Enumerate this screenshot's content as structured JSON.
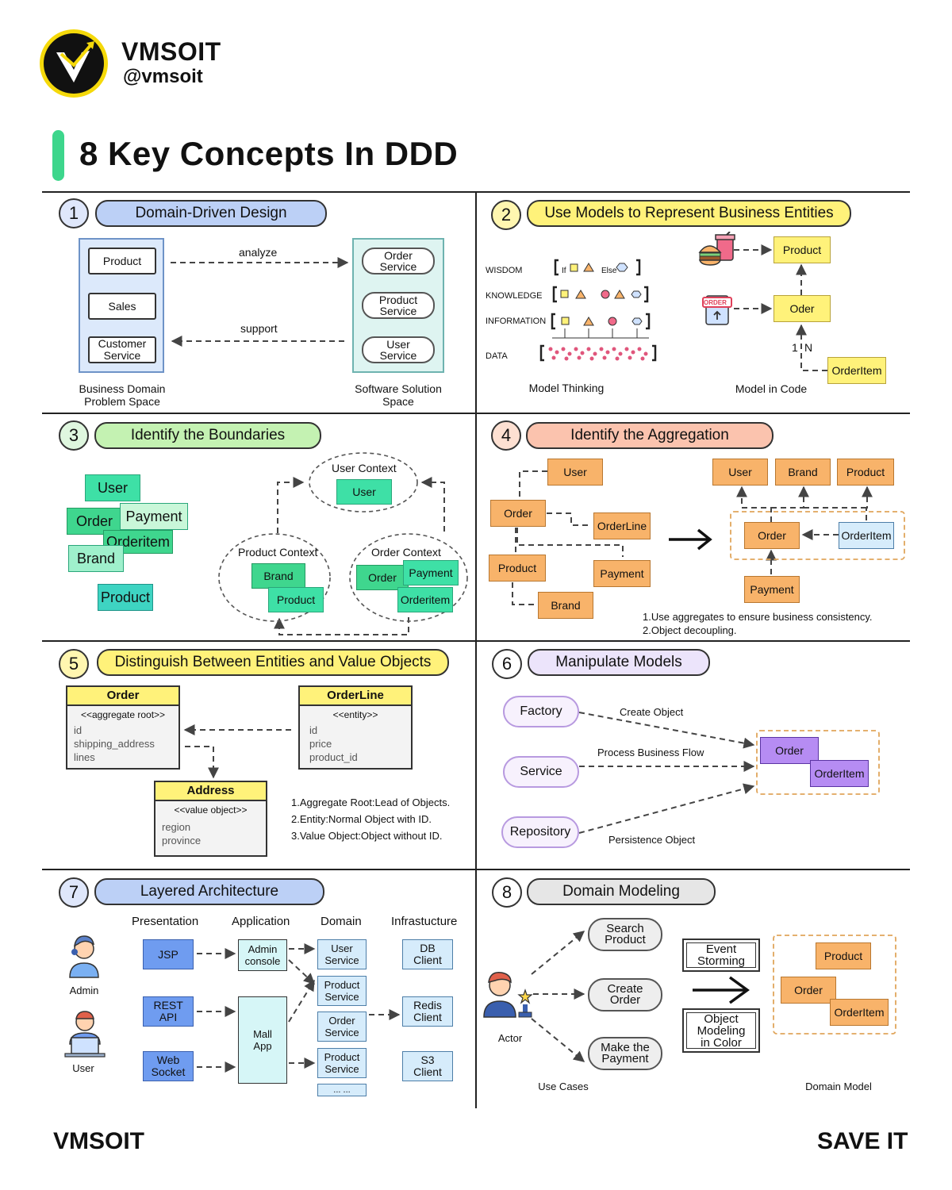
{
  "header": {
    "brand": "VMSOIT",
    "handle": "@vmsoit",
    "title": "8 Key Concepts In DDD"
  },
  "footer": {
    "left": "VMSOIT",
    "right": "SAVE IT"
  },
  "s1": {
    "num": "1",
    "title": "Domain-Driven Design",
    "left_items": [
      "Product",
      "Sales",
      "Customer Service"
    ],
    "right_items": [
      "Order Service",
      "Product Service",
      "User Service"
    ],
    "analyze": "analyze",
    "support": "support",
    "left_caption": "Business Domain Problem Space",
    "right_caption": "Software Solution Space"
  },
  "s2": {
    "num": "2",
    "title": "Use Models to Represent Business Entities",
    "levels": [
      "WISDOM",
      "KNOWLEDGE",
      "INFORMATION",
      "DATA"
    ],
    "wisdom_if": "If",
    "wisdom_else": "Else",
    "order_icon": "ORDER",
    "product": "Product",
    "oder": "Oder",
    "orderitem": "OrderItem",
    "one": "1",
    "n": "N",
    "left_caption": "Model Thinking",
    "right_caption": "Model in Code"
  },
  "s3": {
    "num": "3",
    "title": "Identify the Boundaries",
    "loose": [
      "User",
      "Order",
      "Payment",
      "Orderitem",
      "Brand",
      "Product"
    ],
    "user_context": "User Context",
    "user": "User",
    "product_context": "Product Context",
    "brand": "Brand",
    "product": "Product",
    "order_context": "Order Context",
    "order": "Order",
    "payment": "Payment",
    "orderitem": "Orderitem"
  },
  "s4": {
    "num": "4",
    "title": "Identify the Aggregation",
    "left": [
      "User",
      "Order",
      "OrderLine",
      "Product",
      "Payment",
      "Brand"
    ],
    "right_top": [
      "User",
      "Brand",
      "Product"
    ],
    "order": "Order",
    "orderitem": "OrderItem",
    "payment": "Payment",
    "notes": [
      "1.Use aggregates to ensure business consistency.",
      "2.Object decoupling."
    ]
  },
  "s5": {
    "num": "5",
    "title": "Distinguish Between Entities and Value Objects",
    "order": {
      "name": "Order",
      "stereo": "<<aggregate root>>",
      "fields": [
        "id",
        "shipping_address",
        "lines"
      ]
    },
    "orderline": {
      "name": "OrderLine",
      "stereo": "<<entity>>",
      "fields": [
        "id",
        "price",
        "product_id"
      ]
    },
    "address": {
      "name": "Address",
      "stereo": "<<value object>>",
      "fields": [
        "region",
        "province"
      ]
    },
    "notes": [
      "1.Aggregate Root:Lead of Objects.",
      "2.Entity:Normal Object with ID.",
      "3.Value Object:Object without ID."
    ]
  },
  "s6": {
    "num": "6",
    "title": "Manipulate Models",
    "factory": "Factory",
    "service": "Service",
    "repository": "Repository",
    "create": "Create Object",
    "process": "Process Business Flow",
    "persist": "Persistence Object",
    "order": "Order",
    "orderitem": "OrderItem"
  },
  "s7": {
    "num": "7",
    "title": "Layered Architecture",
    "cols": [
      "Presentation",
      "Application",
      "Domain",
      "Infrastucture"
    ],
    "admin": "Admin",
    "user": "User",
    "pres": [
      "JSP",
      "REST API",
      "Web Socket"
    ],
    "app": [
      "Admin console",
      "Mall App"
    ],
    "domain": [
      "User Service",
      "Product Service",
      "Order Service",
      "Product Service",
      "... ..."
    ],
    "infra": [
      "DB Client",
      "Redis Client",
      "S3 Client"
    ]
  },
  "s8": {
    "num": "8",
    "title": "Domain Modeling",
    "actor": "Actor",
    "cases": [
      "Search Product",
      "Create Order",
      "Make the Payment"
    ],
    "methods": [
      "Event Storming",
      "Object Modeling in Color"
    ],
    "product": "Product",
    "order": "Order",
    "orderitem": "OrderItem",
    "left_caption": "Use Cases",
    "right_caption": "Domain Model"
  }
}
